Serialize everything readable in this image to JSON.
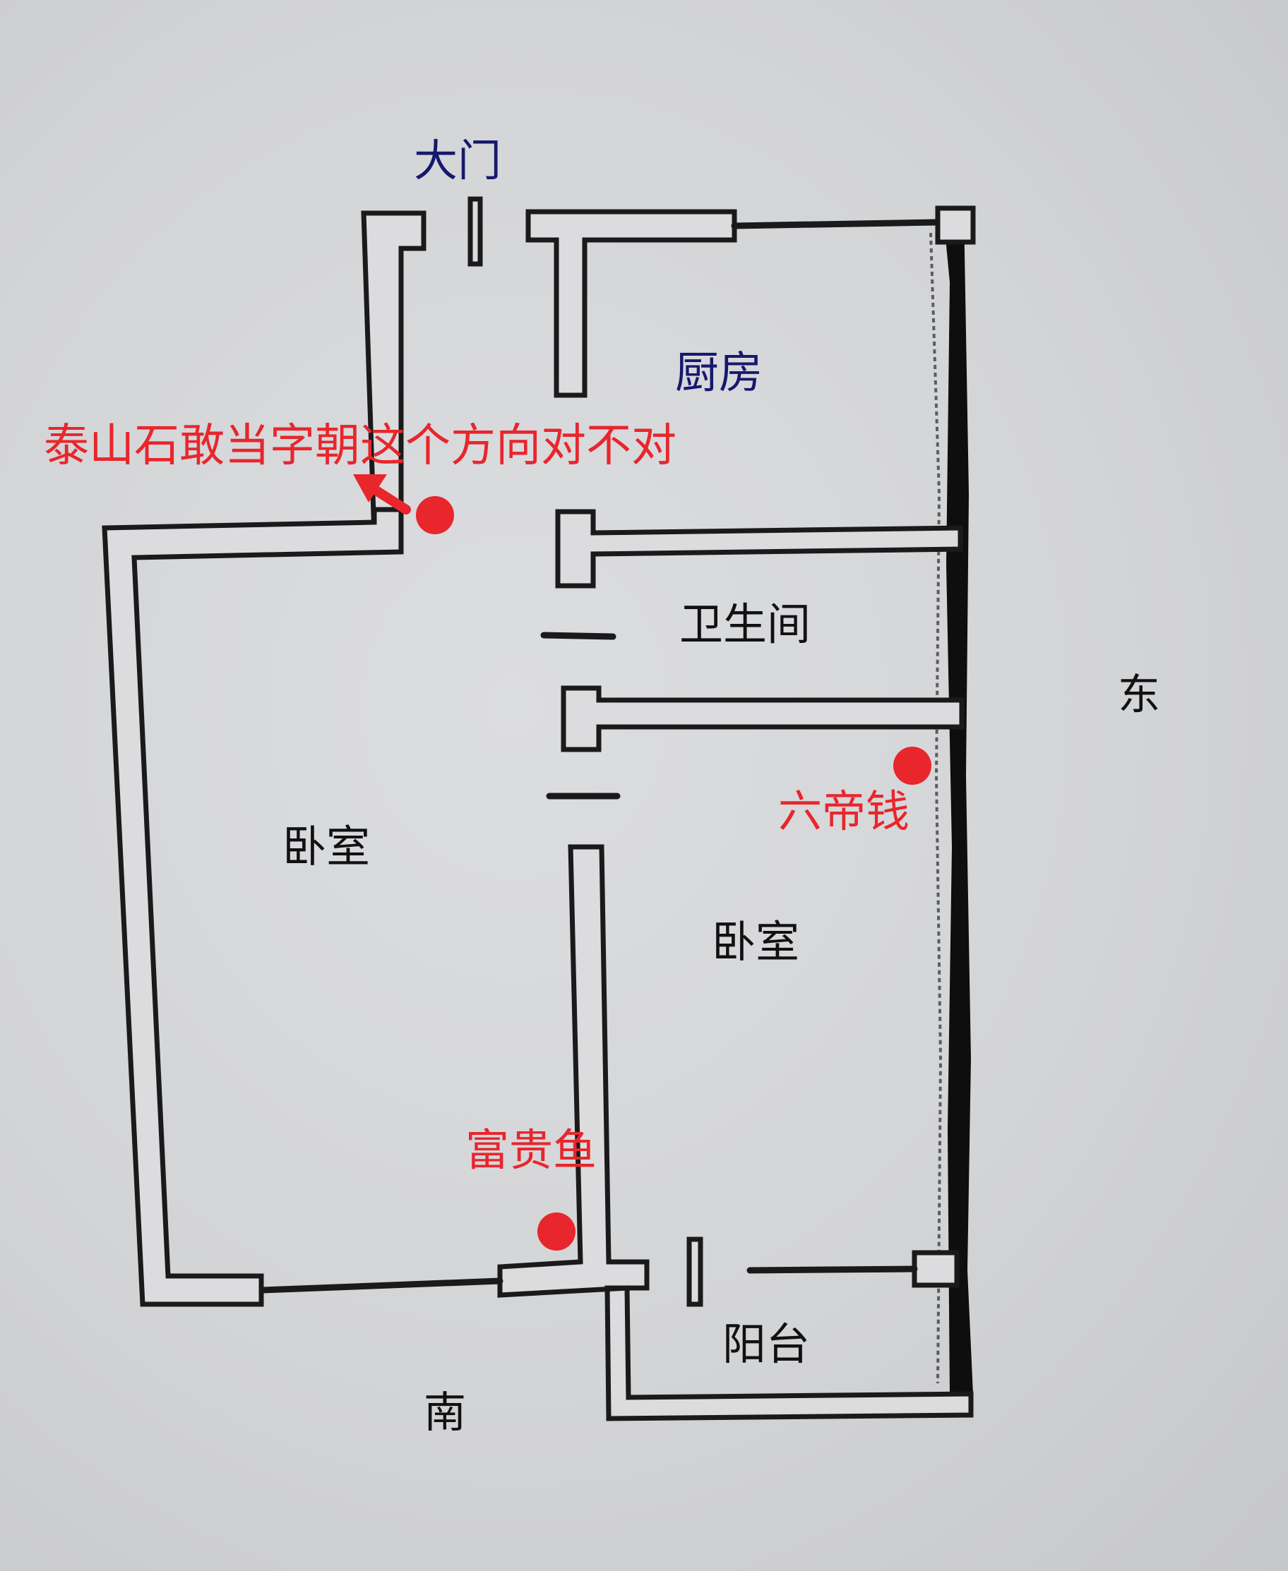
{
  "colors": {
    "paper": "#d2d3d5",
    "wall_outline": "#1a1a1a",
    "wall_fill": "#dcdcde",
    "marker": "#e8262c",
    "entrance_label": "#16186e",
    "room_label": "#111111"
  },
  "labels": {
    "entrance": "大门",
    "kitchen": "厨房",
    "bathroom": "卫生间",
    "bedroom_west": "卧室",
    "bedroom_east": "卧室",
    "balcony": "阳台",
    "east": "东",
    "south": "南"
  },
  "annotations": {
    "question": "泰山石敢当字朝这个方向对不对",
    "coins": "六帝钱",
    "fish": "富贵鱼"
  },
  "icons": {
    "arrow": "arrow-up-left-icon",
    "marker": "red-dot-marker-icon"
  }
}
